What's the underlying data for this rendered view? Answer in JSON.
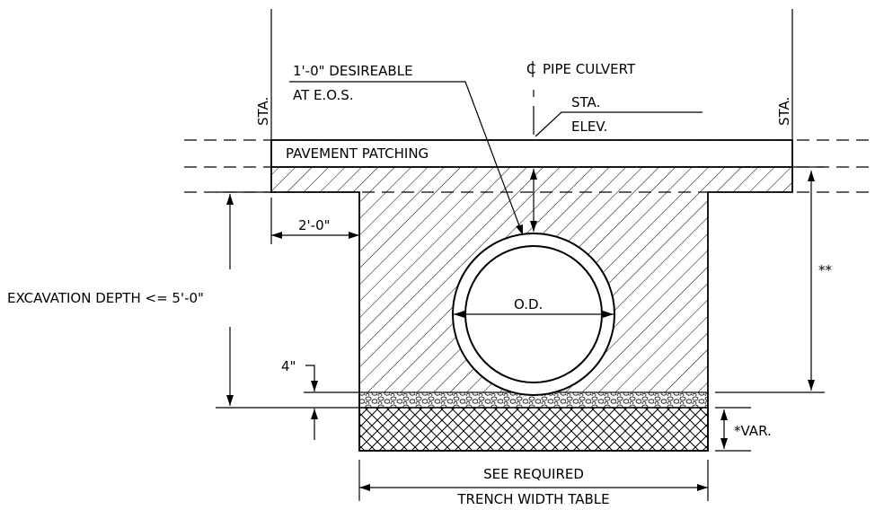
{
  "labels": {
    "desirable": "1'-0\" DESIREABLE",
    "at_eos": "AT E.O.S.",
    "pipe_culvert": "PIPE CULVERT",
    "sta_center": "STA.",
    "elev": "ELEV.",
    "sta_left": "STA.",
    "sta_right": "STA.",
    "pavement_patching": "PAVEMENT PATCHING",
    "offset_2ft": "2'-0\"",
    "excavation_depth": "EXCAVATION DEPTH <= 5'-0\"",
    "od": "O.D.",
    "double_star": "**",
    "four_inch": "4\"",
    "var": "*VAR.",
    "see_required": "SEE REQUIRED",
    "trench_width_table": "TRENCH WIDTH TABLE"
  }
}
